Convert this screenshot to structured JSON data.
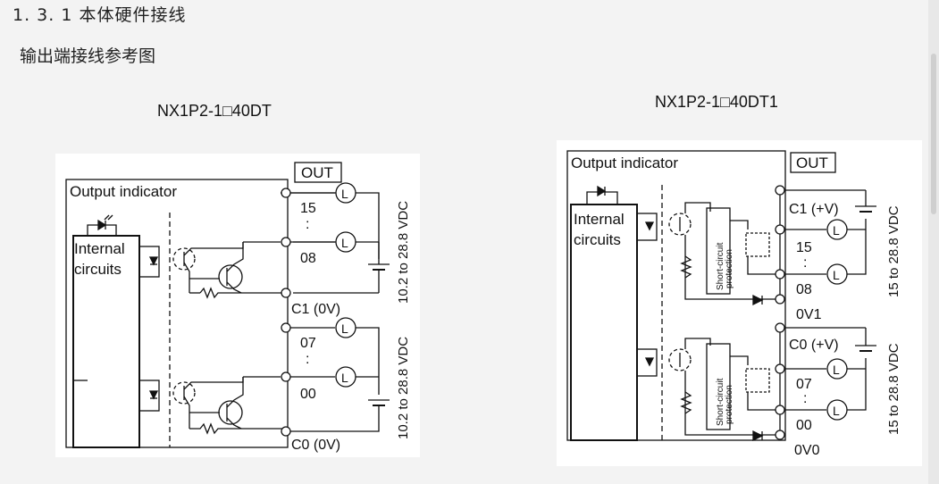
{
  "page": {
    "section_title": "1. 3. 1  本体硬件接线",
    "subtitle": "输出端接线参考图"
  },
  "diagram_left": {
    "model": "NX1P2-1□40DT",
    "out_tag": "OUT",
    "output_indicator": "Output indicator",
    "internal_line1": "Internal",
    "internal_line2": "circuits",
    "terminals": [
      "15",
      "08",
      "C1 (0V)",
      "07",
      "00",
      "C0 (0V)"
    ],
    "dots": ":",
    "load": "L",
    "voltage_top": "10.2 to 28.8 VDC",
    "voltage_bottom": "10.2 to 28.8 VDC"
  },
  "diagram_right": {
    "model": "NX1P2-1□40DT1",
    "out_tag": "OUT",
    "output_indicator": "Output indicator",
    "internal_line1": "Internal",
    "internal_line2": "circuits",
    "protection_line1": "Short-circuit",
    "protection_line2": "protection",
    "terminals": [
      "C1 (+V)",
      "15",
      "08",
      "0V1",
      "C0 (+V)",
      "07",
      "00",
      "0V0"
    ],
    "dots": ":",
    "load": "L",
    "voltage_top": "15 to 28.8 VDC",
    "voltage_bottom": "15 to 28.8 VDC"
  }
}
